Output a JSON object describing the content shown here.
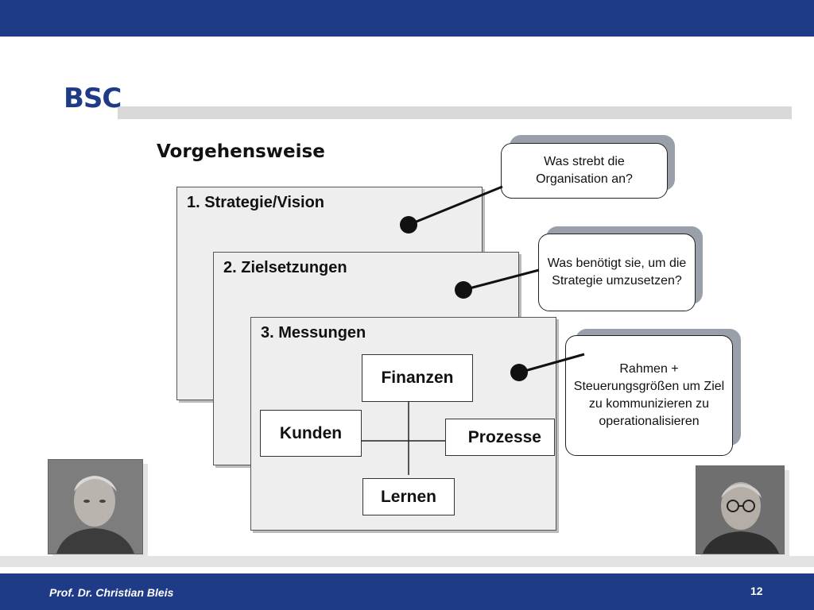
{
  "slide": {
    "title": "BSC",
    "subtitle": "Vorgehensweise"
  },
  "stack": {
    "strategie": "1. Strategie/Vision",
    "zielsetzungen": "2. Zielsetzungen",
    "messungen": "3. Messungen"
  },
  "perspectives": {
    "finanzen": "Finanzen",
    "kunden": "Kunden",
    "prozesse": "Prozesse",
    "lernen": "Lernen"
  },
  "callouts": {
    "c1": "Was strebt die Organisation an?",
    "c2": "Was benötigt sie, um die Strategie umzusetzen?",
    "c3": "Rahmen + Steuerungsgrößen um Ziel zu kommunizieren zu operationalisieren"
  },
  "footer": {
    "author": "Prof. Dr. Christian Bleis",
    "page": "12"
  },
  "colors": {
    "brand_blue": "#1f3a87",
    "panel_grey": "#eeeeee"
  }
}
